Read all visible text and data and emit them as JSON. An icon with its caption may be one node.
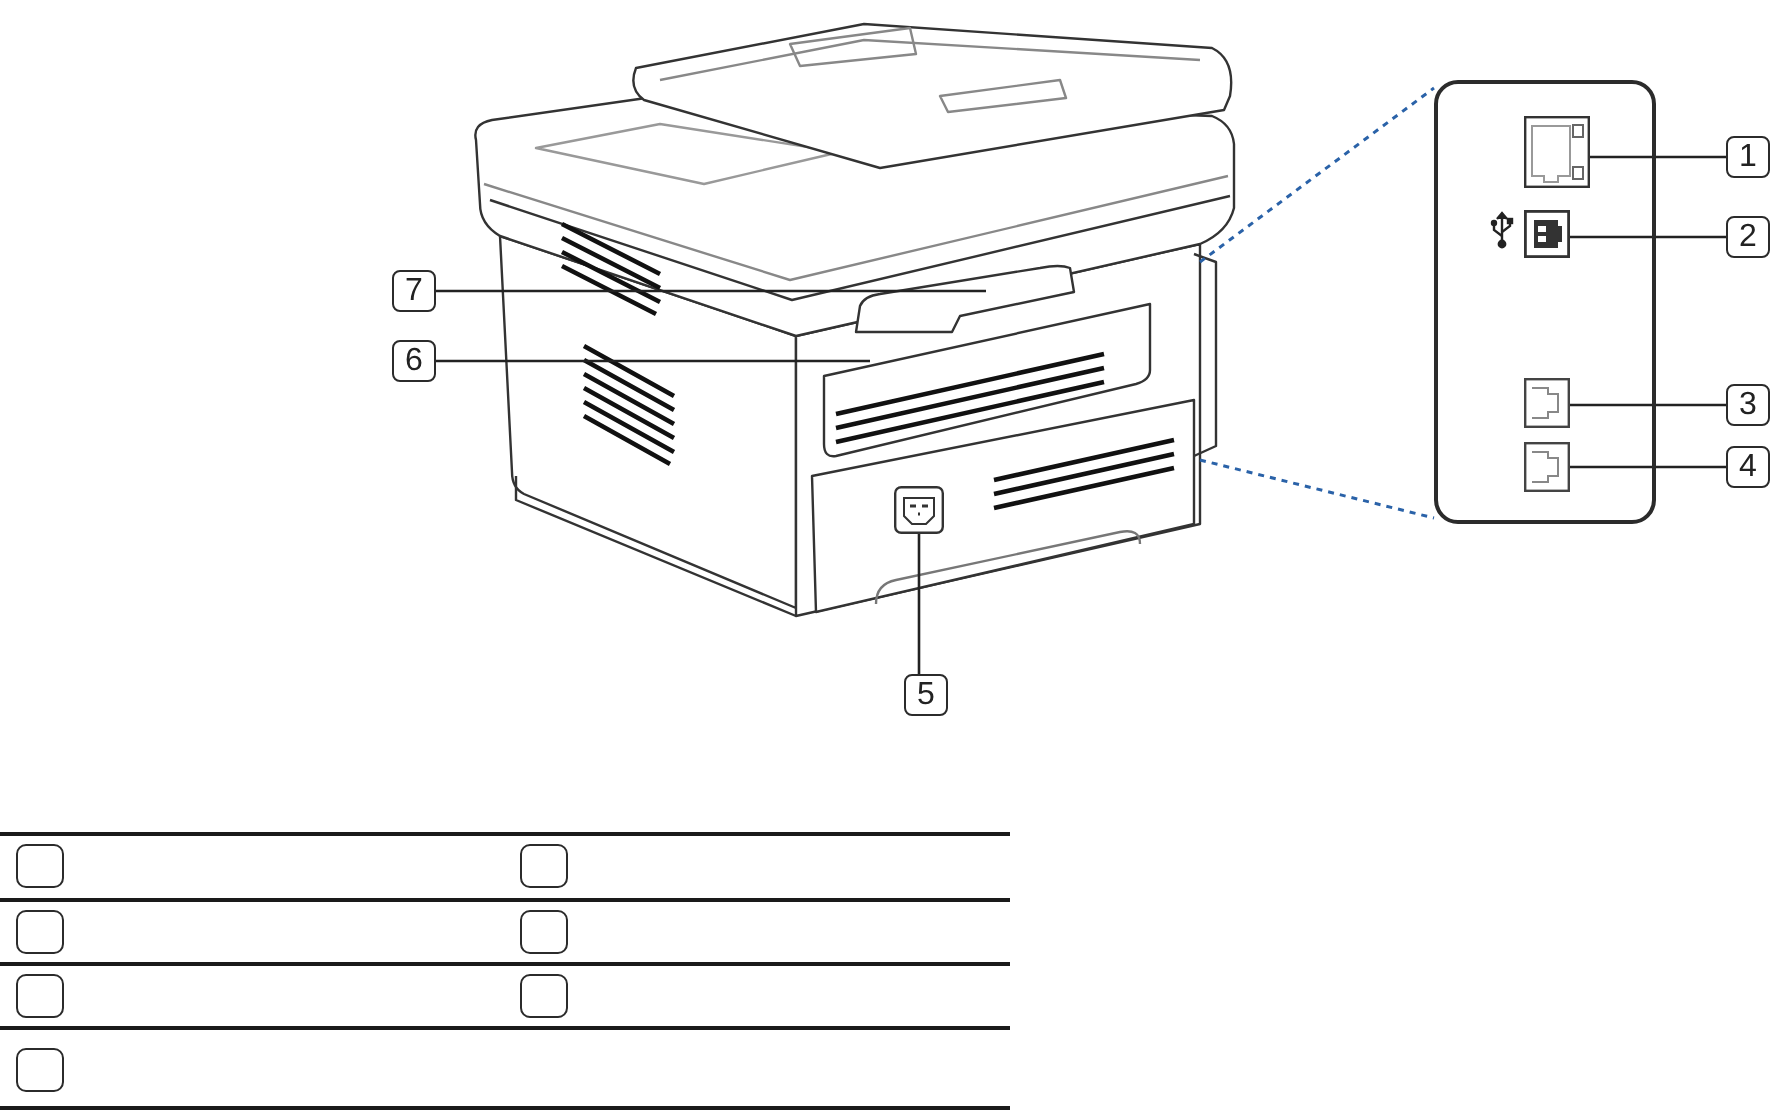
{
  "diagram": {
    "nodes": [
      {
        "text": [
          "7"
        ]
      },
      {
        "text": [
          "6"
        ]
      },
      {
        "text": [],
        "shape": "box"
      },
      {
        "text": [],
        "shape": "picture",
        "in": 2
      },
      {
        "text": [
          "1"
        ]
      },
      {
        "text": [],
        "shape": "picture",
        "in": 2
      },
      {
        "text": [
          "2"
        ]
      },
      {
        "text": [],
        "shape": "picture",
        "in": 2
      },
      {
        "text": [
          "3"
        ]
      },
      {
        "text": [],
        "shape": "picture",
        "in": 2
      },
      {
        "text": [
          "4"
        ]
      },
      {
        "text": [],
        "shape": "picture"
      },
      {
        "text": [
          "5"
        ]
      },
      {
        "text": [],
        "shape": "box"
      },
      {
        "text": [],
        "shape": "box"
      },
      {
        "text": [],
        "shape": "box"
      },
      {
        "text": [],
        "shape": "box"
      },
      {
        "text": [],
        "shape": "box"
      },
      {
        "text": [],
        "shape": "box"
      },
      {
        "text": [],
        "shape": "box"
      }
    ],
    "edges": [
      {
        "from": 0,
        "to": null,
        "arrow": "none"
      },
      {
        "from": 1,
        "to": null,
        "arrow": "none"
      },
      {
        "from": 4,
        "to": 3,
        "arrow": "none"
      },
      {
        "from": 6,
        "to": 5,
        "arrow": "none"
      },
      {
        "from": 8,
        "to": 7,
        "arrow": "none"
      },
      {
        "from": 10,
        "to": 9,
        "arrow": "none"
      },
      {
        "from": 12,
        "to": 11,
        "arrow": "none"
      }
    ]
  }
}
